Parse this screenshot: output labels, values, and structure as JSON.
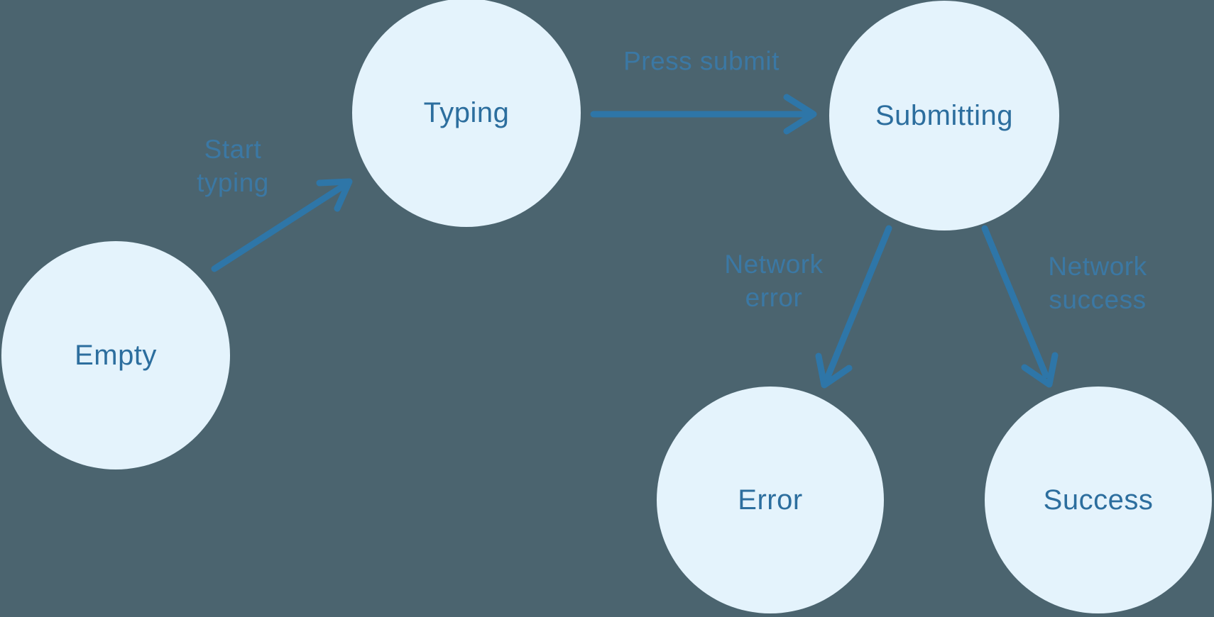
{
  "diagram": {
    "type": "state-machine",
    "colors": {
      "bg": "#4B646F",
      "node_fill": "#E4F3FC",
      "node_text": "#2C6E9E",
      "arrow": "#2E76A8",
      "edge_label": "#3B78A4"
    },
    "nodes": [
      {
        "id": "empty",
        "label": "Empty"
      },
      {
        "id": "typing",
        "label": "Typing"
      },
      {
        "id": "submitting",
        "label": "Submitting"
      },
      {
        "id": "error",
        "label": "Error"
      },
      {
        "id": "success",
        "label": "Success"
      }
    ],
    "edges": [
      {
        "from": "empty",
        "to": "typing",
        "label": "Start\ntyping"
      },
      {
        "from": "typing",
        "to": "submitting",
        "label": "Press submit"
      },
      {
        "from": "submitting",
        "to": "error",
        "label": "Network\nerror"
      },
      {
        "from": "submitting",
        "to": "success",
        "label": "Network\nsuccess"
      }
    ]
  }
}
